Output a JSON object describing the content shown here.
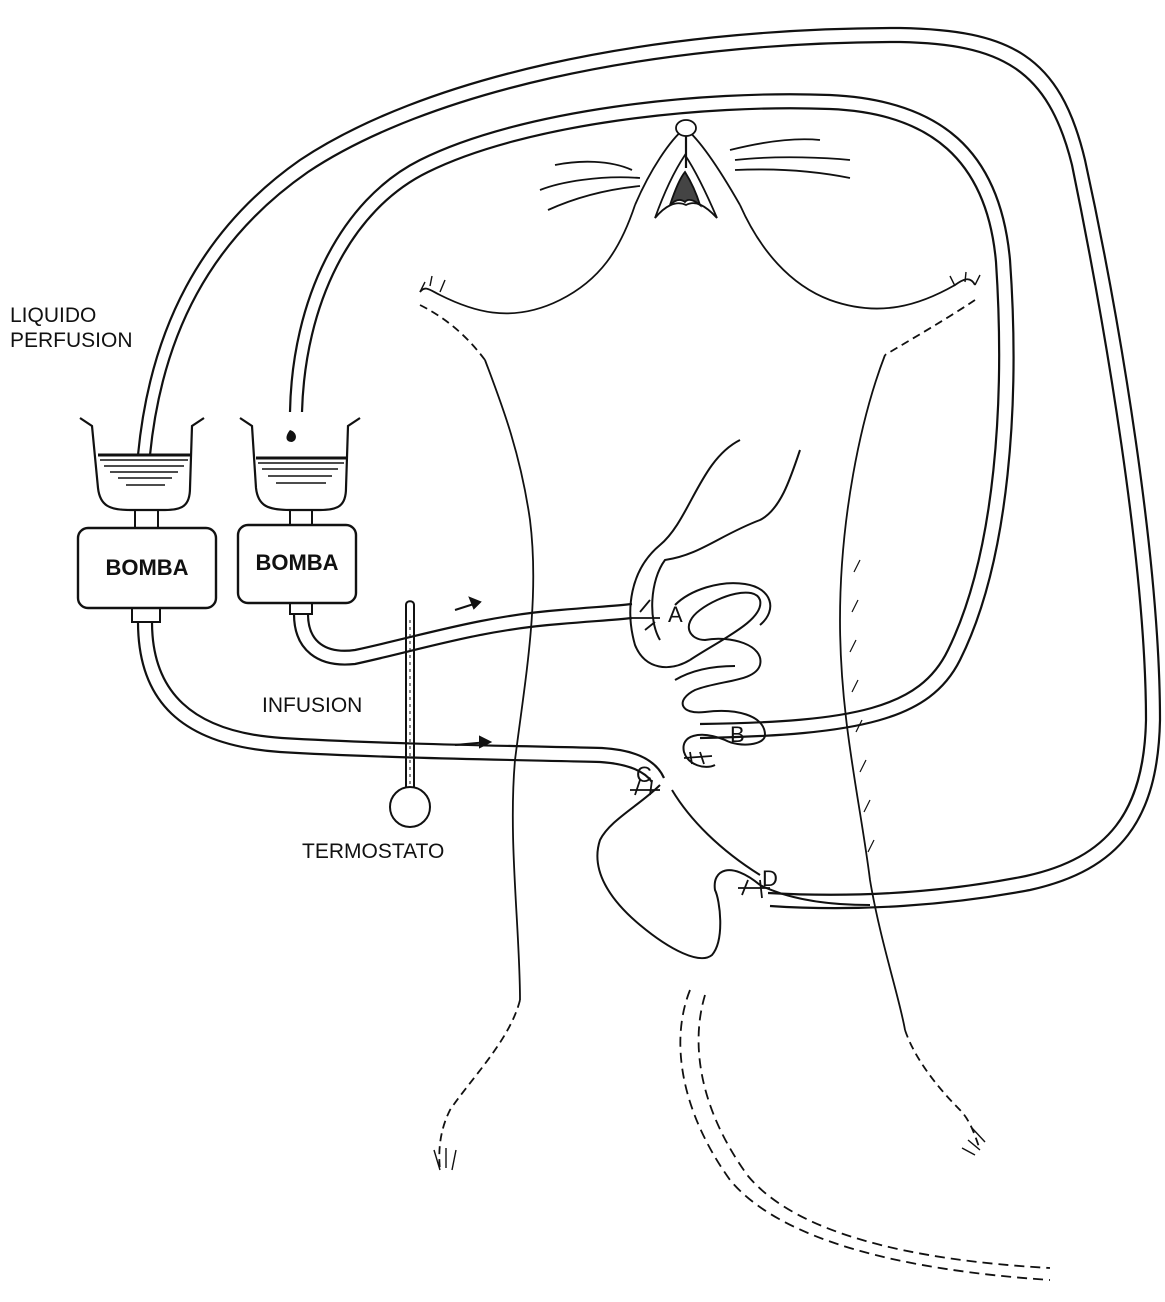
{
  "diagram": {
    "labels": {
      "liquido": "LIQUIDO",
      "perfusion": "PERFUSION",
      "infusion": "INFUSION",
      "termostato": "TERMOSTATO",
      "bomba_left": "BOMBA",
      "bomba_right": "BOMBA",
      "point_a": "A",
      "point_b": "B",
      "point_c": "C",
      "point_d": "D"
    },
    "colors": {
      "ink": "#111111",
      "paper": "#ffffff"
    }
  }
}
